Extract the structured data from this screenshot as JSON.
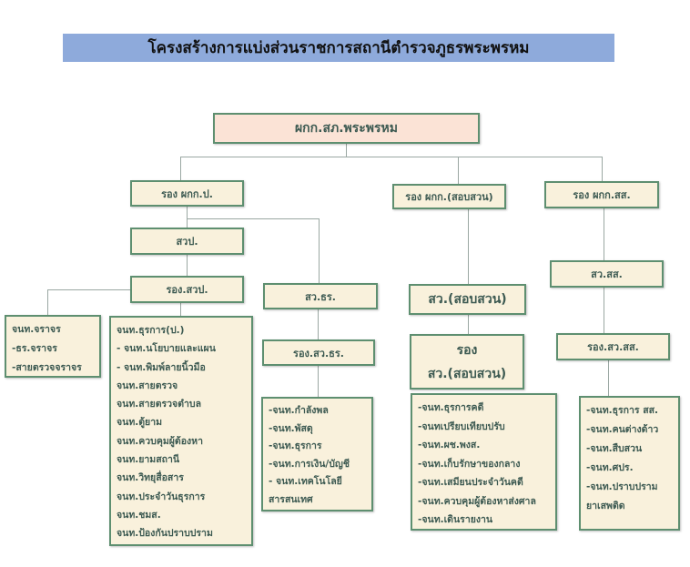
{
  "title": "โครงสร้างการแบ่งส่วนราชการสถานีตำรวจภูธรพระพรหม",
  "nodes": {
    "head": "ผกก.สภ.พระพรหม",
    "dep_patrol": "รอง ผกก.ป.",
    "dep_invest": "รอง ผกก.(สอบสวน)",
    "dep_intel": "รอง ผกก.สส.",
    "svp": "สวป.",
    "dep_svp": "รอง.สวป.",
    "sv_admin": "สว.ธร.",
    "dep_sv_admin": "รอง.สว.ธร.",
    "sv_invest": "สว.(สอบสวน)",
    "dep_sv_invest_1": "รอง",
    "dep_sv_invest_2": "สว.(สอบสวน)",
    "sv_intel": "สว.สส.",
    "dep_sv_intel": "รอง.สว.สส."
  },
  "lists": {
    "traffic": [
      "จนท.จราจร",
      "-ธร.จราจร",
      "-สายตรวจจราจร"
    ],
    "patrol": [
      "จนท.ธุรการ(ป.)",
      "-  จนท.นโยบายและแผน",
      "-  จนท.พิมพ์ลายนิ้วมือ",
      "จนท.สายตรวจ",
      "จนท.สายตรวจตำบล",
      "จนท.ตู้ยาม",
      "จนท.ควบคุมผู้ต้องหา",
      "จนท.ยามสถานี",
      "จนท.วิทยุสื่อสาร",
      "จนท.ประจำวันธุรการ",
      "จนท.ชมส.",
      "จนท.ป้องกันปราบปราม"
    ],
    "admin": [
      "-จนท.กำลังพล",
      "-จนท.พัสดุ",
      "-จนท.ธุรการ",
      "-จนท.การเงิน/บัญชี",
      "- จนท.เทคโนโลยี",
      "สารสนเทศ"
    ],
    "invest": [
      "-จนท.ธุรการคดี",
      "-จนทเปรียบเทียบปรับ",
      "-จนท.ผช.พงส.",
      "-จนท.เก็บรักษาของกลาง",
      "-จนท.เสมียนประจำวันคดี",
      "-จนท.ควบคุมผู้ต้องหาส่งศาล",
      "-จนท.เดินรายงาน"
    ],
    "intel": [
      "-จนท.ธุรการ สส.",
      "-จนท.คนต่างด้าว",
      "-จนท.สืบสวน",
      "-จนท.ศปร.",
      "-จนท.ปราบปราม",
      "ยาเสพติด"
    ]
  }
}
